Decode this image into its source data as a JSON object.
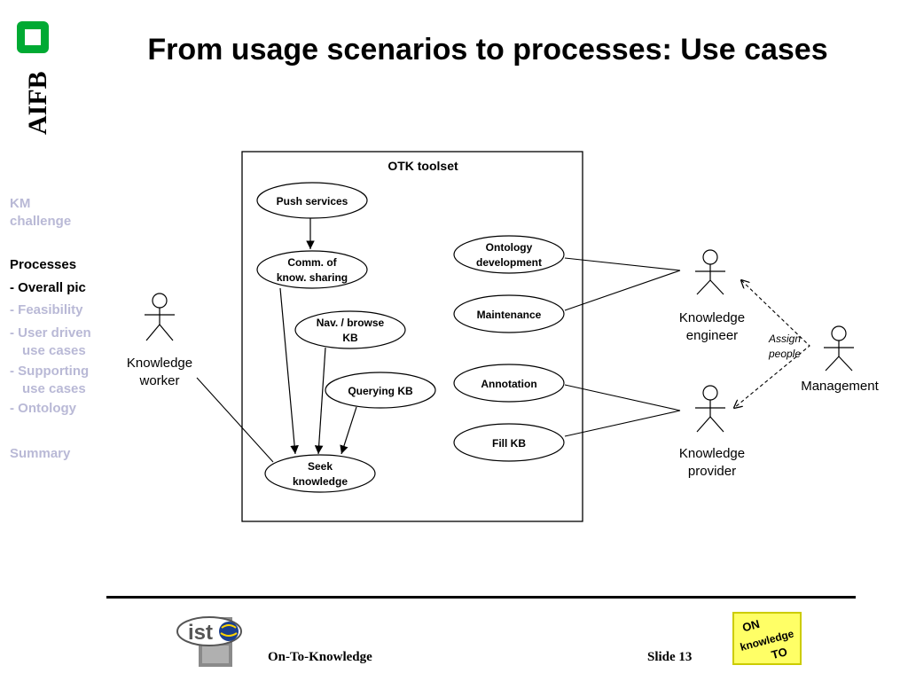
{
  "logo": {
    "text": "AIFB"
  },
  "title": "From usage scenarios to processes: Use cases",
  "sidebar": {
    "items": [
      {
        "label": "KM challenge",
        "lines": [
          "KM",
          "challenge"
        ],
        "active": false
      },
      {
        "label": "Processes",
        "lines": [
          "Processes"
        ],
        "active": true
      },
      {
        "label": "- Overall pic",
        "lines": [
          "- Overall pic"
        ],
        "active": true
      },
      {
        "label": "- Feasibility",
        "lines": [
          "- Feasibility"
        ],
        "active": false
      },
      {
        "label": "- User driven use cases",
        "lines": [
          "- User driven",
          "use cases"
        ],
        "active": false
      },
      {
        "label": "- Supporting use cases",
        "lines": [
          "- Supporting",
          "use cases"
        ],
        "active": false
      },
      {
        "label": "- Ontology",
        "lines": [
          "- Ontology"
        ],
        "active": false
      },
      {
        "label": "Summary",
        "lines": [
          "Summary"
        ],
        "active": false
      }
    ]
  },
  "diagram": {
    "system_label": "OTK toolset",
    "use_cases": [
      {
        "id": "push",
        "lines": [
          "Push services"
        ]
      },
      {
        "id": "comm",
        "lines": [
          "Comm. of",
          "know. sharing"
        ]
      },
      {
        "id": "nav",
        "lines": [
          "Nav. / browse",
          "KB"
        ]
      },
      {
        "id": "query",
        "lines": [
          "Querying KB"
        ]
      },
      {
        "id": "seek",
        "lines": [
          "Seek",
          "knowledge"
        ]
      },
      {
        "id": "onto",
        "lines": [
          "Ontology",
          "development"
        ]
      },
      {
        "id": "maint",
        "lines": [
          "Maintenance"
        ]
      },
      {
        "id": "annot",
        "lines": [
          "Annotation"
        ]
      },
      {
        "id": "fill",
        "lines": [
          "Fill KB"
        ]
      }
    ],
    "actors": [
      {
        "id": "worker",
        "lines": [
          "Knowledge",
          "worker"
        ]
      },
      {
        "id": "engineer",
        "lines": [
          "Knowledge",
          "engineer"
        ]
      },
      {
        "id": "provider",
        "lines": [
          "Knowledge",
          "provider"
        ]
      },
      {
        "id": "management",
        "lines": [
          "Management"
        ]
      }
    ],
    "assign_label": [
      "Assign",
      "people"
    ]
  },
  "footer": {
    "left": "On-To-Knowledge",
    "slide_label": "Slide  13",
    "ist_logo_text": "ist",
    "otk_logo_lines": [
      "ON",
      "knowledge",
      "TO"
    ]
  },
  "colors": {
    "sidebar_inactive": "#b9b9d6",
    "aifb_green": "#00aa33",
    "otk_logo_bg": "#ffff66",
    "ist_logo_bg": "#8a8a8a"
  }
}
